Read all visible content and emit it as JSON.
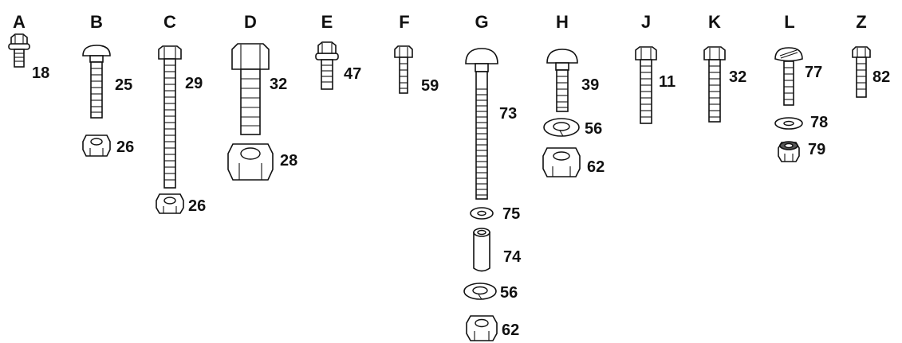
{
  "title": "",
  "columns": [
    {
      "letter": "A",
      "parts": [
        {
          "type": "flange-bolt",
          "number": "18"
        }
      ]
    },
    {
      "letter": "B",
      "parts": [
        {
          "type": "carriage-bolt",
          "number": "25"
        },
        {
          "type": "hex-nut",
          "number": "26"
        }
      ]
    },
    {
      "letter": "C",
      "parts": [
        {
          "type": "hex-bolt",
          "number": "29"
        },
        {
          "type": "hex-nut",
          "number": "26"
        }
      ]
    },
    {
      "letter": "D",
      "parts": [
        {
          "type": "hex-bolt",
          "number": "32"
        },
        {
          "type": "hex-nut",
          "number": "28"
        }
      ]
    },
    {
      "letter": "E",
      "parts": [
        {
          "type": "flange-bolt",
          "number": "47"
        }
      ]
    },
    {
      "letter": "F",
      "parts": [
        {
          "type": "hex-bolt",
          "number": "59"
        }
      ]
    },
    {
      "letter": "G",
      "parts": [
        {
          "type": "carriage-bolt",
          "number": "73"
        },
        {
          "type": "flat-washer",
          "number": "75"
        },
        {
          "type": "spacer",
          "number": "74"
        },
        {
          "type": "lock-washer",
          "number": "56"
        },
        {
          "type": "hex-nut",
          "number": "62"
        }
      ]
    },
    {
      "letter": "H",
      "parts": [
        {
          "type": "carriage-bolt",
          "number": "39"
        },
        {
          "type": "lock-washer",
          "number": "56"
        },
        {
          "type": "hex-nut",
          "number": "62"
        }
      ]
    },
    {
      "letter": "J",
      "parts": [
        {
          "type": "hex-bolt",
          "number": "11"
        }
      ]
    },
    {
      "letter": "K",
      "parts": [
        {
          "type": "hex-bolt",
          "number": "32"
        }
      ]
    },
    {
      "letter": "L",
      "parts": [
        {
          "type": "slotted-screw",
          "number": "77"
        },
        {
          "type": "flat-washer",
          "number": "78"
        },
        {
          "type": "lock-nut",
          "number": "79"
        }
      ]
    },
    {
      "letter": "Z",
      "parts": [
        {
          "type": "hex-bolt",
          "number": "82"
        }
      ]
    }
  ]
}
